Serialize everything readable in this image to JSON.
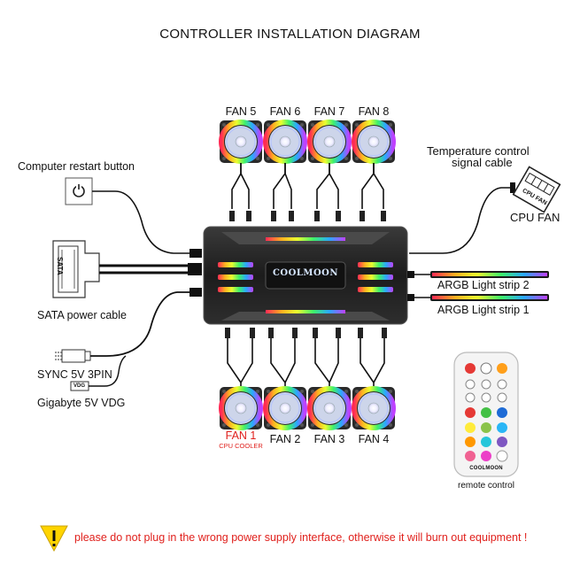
{
  "title": "CONTROLLER INSTALLATION DIAGRAM",
  "controller": {
    "brand": "COOLMOON"
  },
  "fans_top": [
    {
      "label": "FAN 5"
    },
    {
      "label": "FAN 6"
    },
    {
      "label": "FAN 7"
    },
    {
      "label": "FAN 8"
    }
  ],
  "fans_bottom": [
    {
      "label": "FAN 1",
      "sublabel": "CPU COOLER"
    },
    {
      "label": "FAN 2"
    },
    {
      "label": "FAN 3"
    },
    {
      "label": "FAN 4"
    }
  ],
  "left_connections": {
    "restart_button": "Computer restart button",
    "sata_plug_text": "SATA",
    "sata_cable": "SATA power cable",
    "sync": "SYNC 5V 3PIN",
    "vdg_plug_text": "VDG",
    "vdg": "Gigabyte 5V VDG"
  },
  "right_connections": {
    "temp_cable_line1": "Temperature control",
    "temp_cable_line2": "signal cable",
    "cpu_fan_plug_text": "CPU FAN",
    "cpu_fan": "CPU FAN",
    "strip2": "ARGB Light strip 2",
    "strip1": "ARGB Light strip 1"
  },
  "remote": {
    "brand": "COOLMOON",
    "label": "remote control"
  },
  "warning": {
    "text": "please do not plug in the wrong power supply interface, otherwise it will burn out equipment !",
    "icon": "warning-triangle-icon",
    "color": "#e0201c"
  }
}
